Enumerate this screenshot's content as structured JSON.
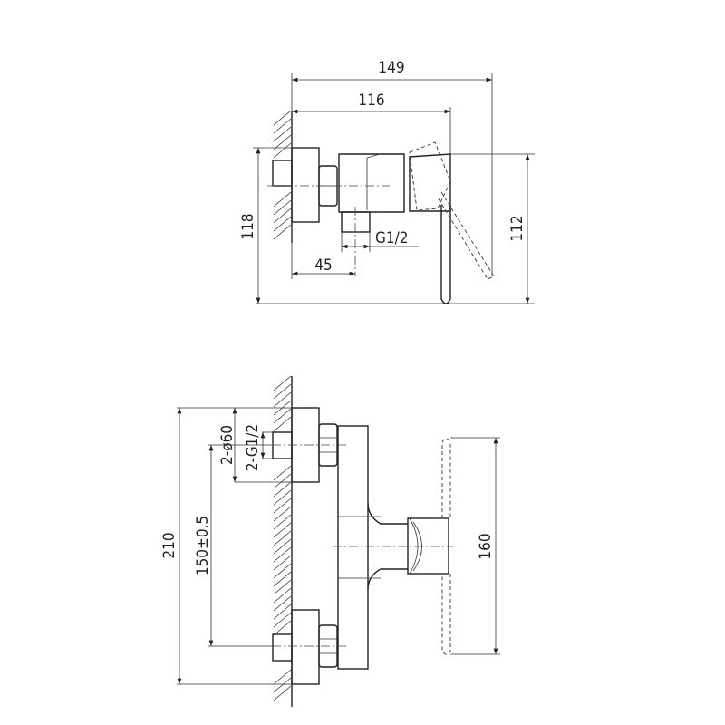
{
  "side_view": {
    "dim_overall_depth": "149",
    "dim_body_depth": "116",
    "dim_overall_height": "118",
    "dim_handle_height": "112",
    "dim_outlet_offset": "45",
    "outlet_thread": "G1/2"
  },
  "front_view": {
    "dim_overall_height": "210",
    "dim_inlet_spacing": "150±0.5",
    "dim_flange_diameter": "2-ø60",
    "dim_inlet_thread": "2-G1/2",
    "dim_handle_length": "160"
  }
}
